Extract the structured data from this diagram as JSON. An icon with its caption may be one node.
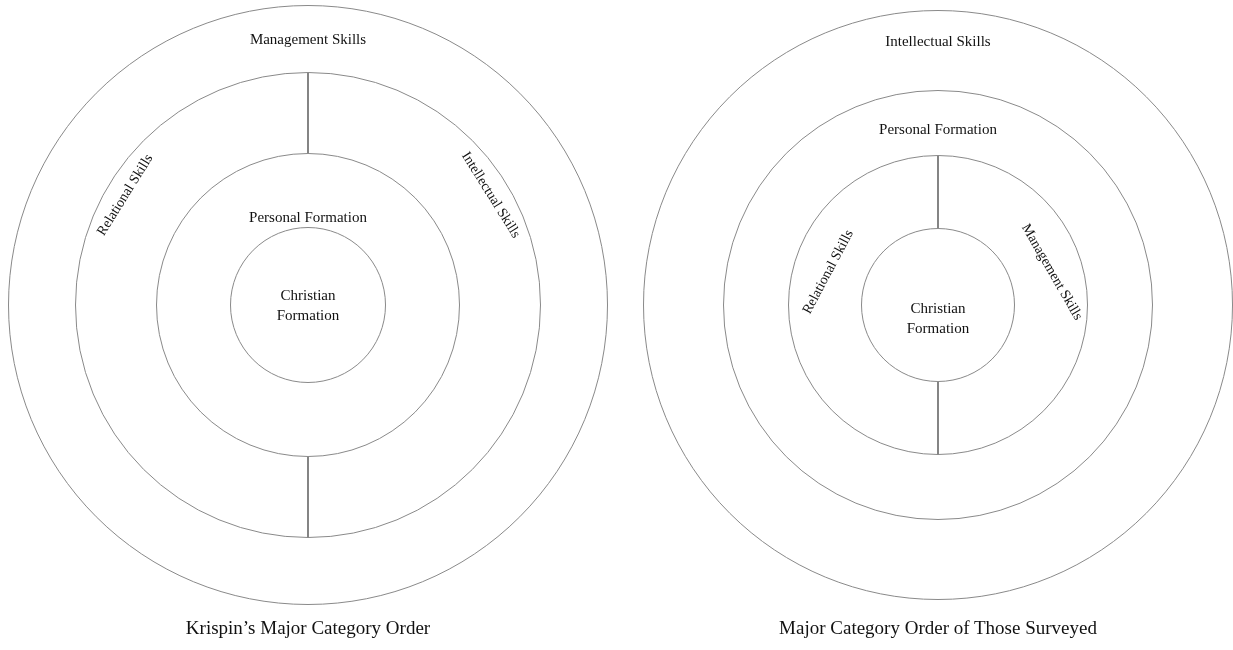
{
  "diagram": {
    "nodes": [
      {
        "text": [
          "Management Skills"
        ]
      },
      {
        "text": [
          "Relational Skills",
          "Intellectual Skills"
        ],
        "in": 0
      },
      {
        "text": [
          "Personal Formation"
        ],
        "in": 1
      },
      {
        "text": [
          "Christian Formation"
        ],
        "in": 2
      },
      {
        "text": [
          "Intellectual Skills"
        ]
      },
      {
        "text": [
          "Personal Formation"
        ],
        "in": 4
      },
      {
        "text": [
          "Relational Skills",
          "Management Skills"
        ],
        "in": 5
      },
      {
        "text": [
          "Christian Formation"
        ],
        "in": 6
      }
    ],
    "edges": [],
    "labels": [
      "Krispin’s Major Category Order",
      "Major Category Order of Those Surveyed"
    ]
  }
}
